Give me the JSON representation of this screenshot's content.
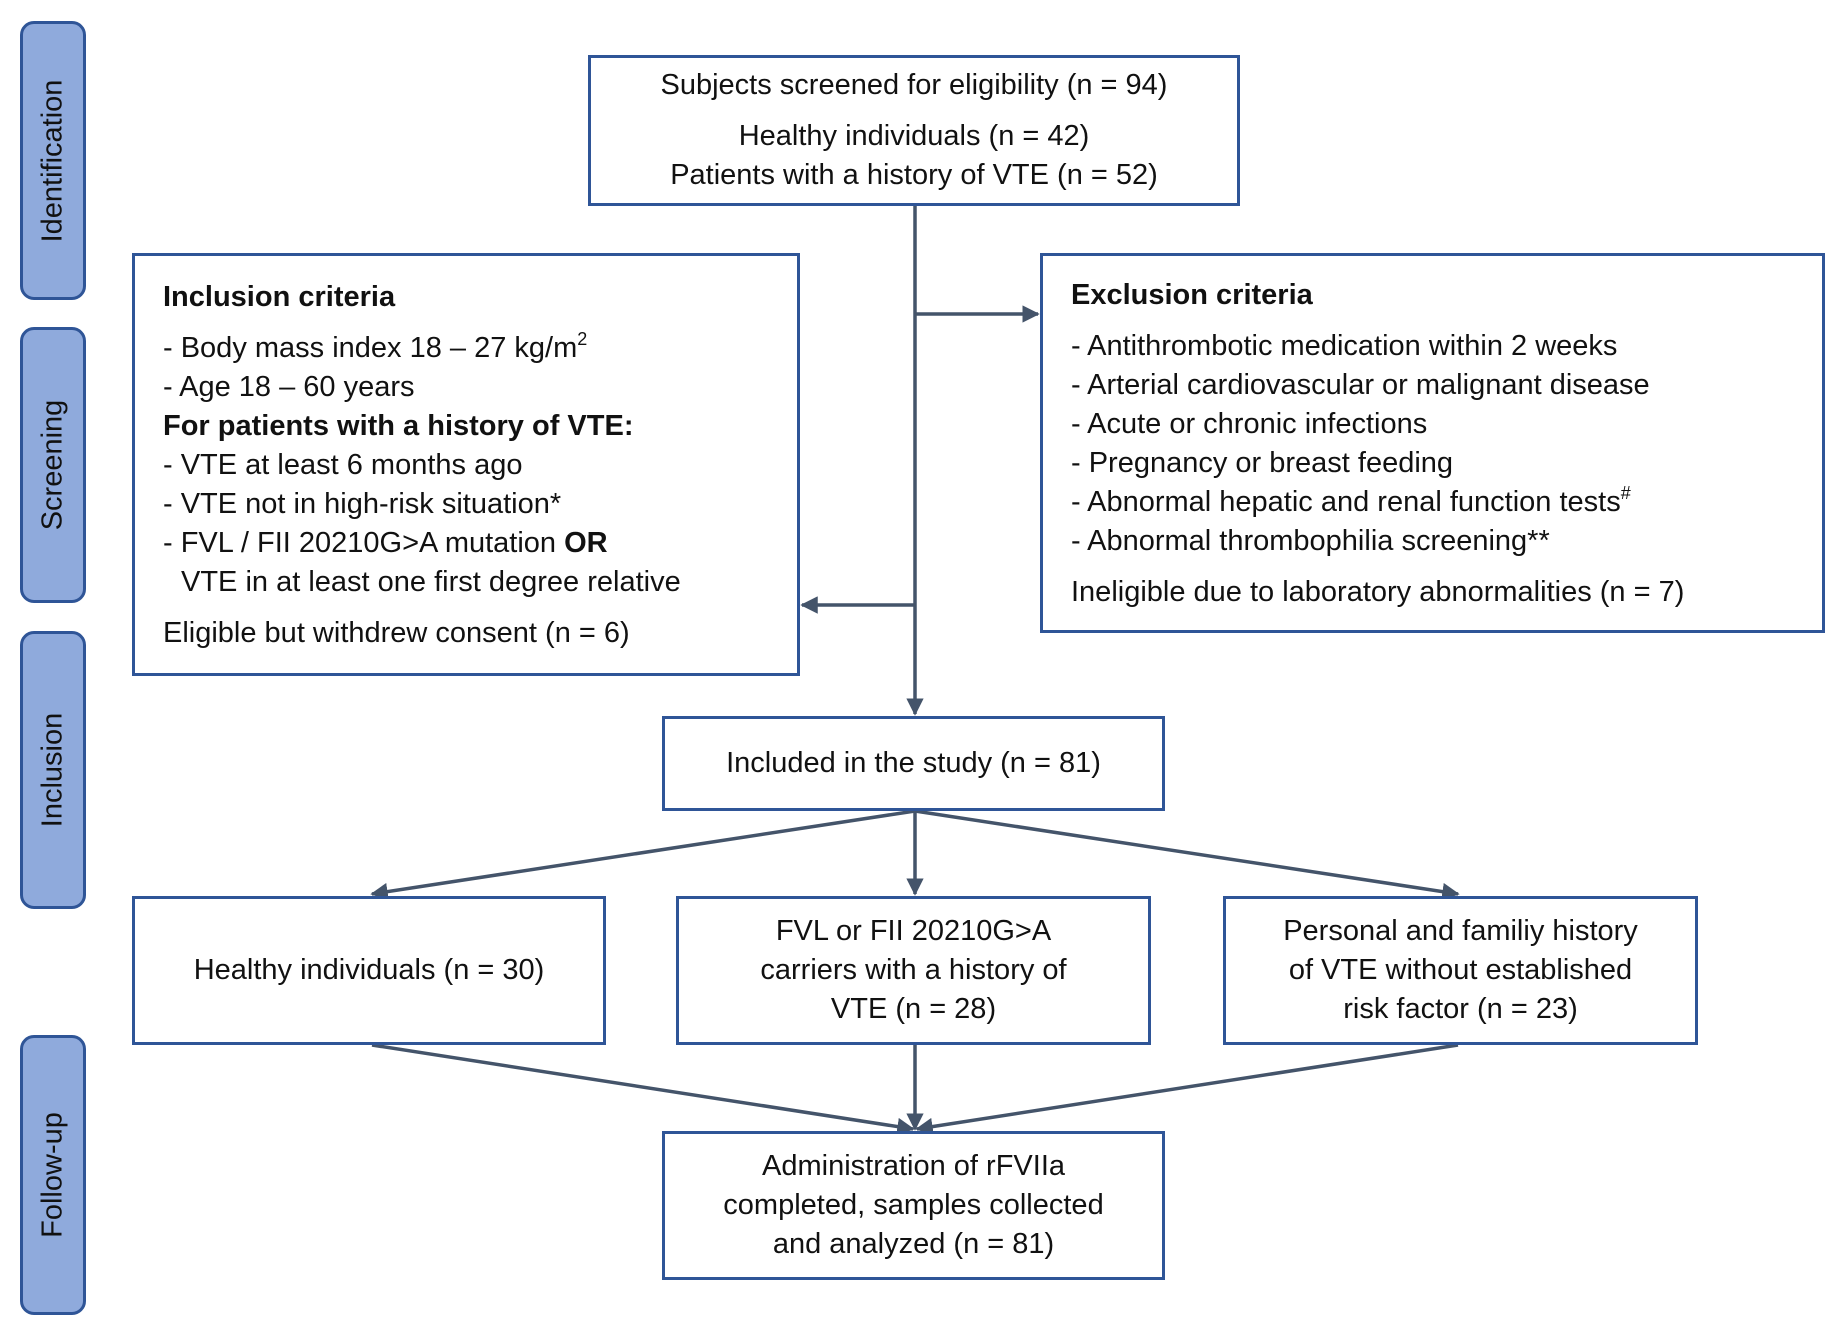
{
  "stages": [
    {
      "label": "Identification"
    },
    {
      "label": "Screening"
    },
    {
      "label": "Inclusion"
    },
    {
      "label": "Follow-up"
    }
  ],
  "screened": {
    "line1": "Subjects screened for eligibility (n = 94)",
    "line2": "Healthy individuals (n = 42)",
    "line3": "Patients with a history of VTE (n = 52)"
  },
  "inclusion_criteria": {
    "title": "Inclusion criteria",
    "items": [
      "- Body mass index 18 – 27 kg/m",
      "- Age 18 – 60 years"
    ],
    "bmi_superscript": "2",
    "subheading": "For patients with a history of VTE:",
    "vte_items": [
      "- VTE at least 6 months ago",
      "- VTE not in high-risk situation*"
    ],
    "mutation_item": "- FVL / FII 20210G>A mutation ",
    "mutation_or": "OR",
    "mutation_item_cont": "VTE in at least one first degree relative",
    "withdrew": "Eligible but withdrew consent (n = 6)"
  },
  "exclusion_criteria": {
    "title": "Exclusion criteria",
    "items": [
      "- Antithrombotic medication within 2 weeks",
      "- Arterial cardiovascular or malignant disease",
      "- Acute or chronic infections",
      "- Pregnancy or breast feeding",
      "- Abnormal hepatic and renal function tests",
      "- Abnormal thrombophilia screening**"
    ],
    "hepatic_superscript": "#",
    "ineligible": "Ineligible due to laboratory abnormalities (n = 7)"
  },
  "included": {
    "label": "Included in the study (n = 81)"
  },
  "groups": [
    {
      "lines": [
        "Healthy individuals (n = 30)"
      ]
    },
    {
      "lines": [
        "FVL or FII 20210G>A",
        "carriers with a history of",
        "VTE (n = 28)"
      ]
    },
    {
      "lines": [
        "Personal and familiy history",
        "of VTE without established",
        "risk factor (n = 23)"
      ]
    }
  ],
  "followup": {
    "lines": [
      "Administration of rFVIIa",
      "completed, samples collected",
      "and analyzed (n = 81)"
    ]
  },
  "colors": {
    "stage_fill": "#8faadc",
    "border": "#2f5597",
    "arrow": "#44546a"
  }
}
